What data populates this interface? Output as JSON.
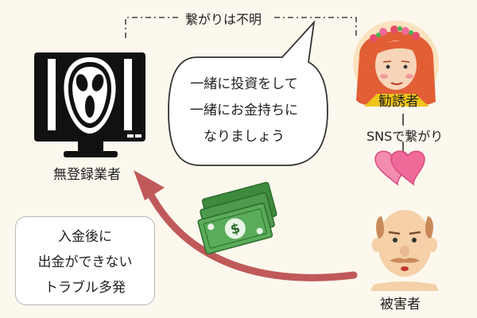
{
  "relation_top": "繋がりは不明",
  "relation_sns": "SNSで繋がり",
  "actors": {
    "unregistered": "無登録業者",
    "recruiter": "勧誘者",
    "victim": "被害者"
  },
  "speech_bubble": {
    "lines": [
      "一緒に投資をして",
      "一緒にお金持ちに",
      "なりましょう"
    ]
  },
  "trouble_note": {
    "lines": [
      "入金後に",
      "出金ができない",
      "トラブル多発"
    ]
  },
  "colors": {
    "background": "#fdf8ee",
    "arrow": "#c0595a",
    "money": "#4d9a4d",
    "heart": "#f06a9a",
    "recruiter_hair": "#e25e35",
    "recruiter_circle": "#fbe3c0"
  },
  "icons": [
    "scream-mask-monitor-icon",
    "recruiter-woman-icon",
    "victim-man-icon",
    "hearts-icon",
    "money-stack-icon",
    "flow-arrow-icon"
  ]
}
